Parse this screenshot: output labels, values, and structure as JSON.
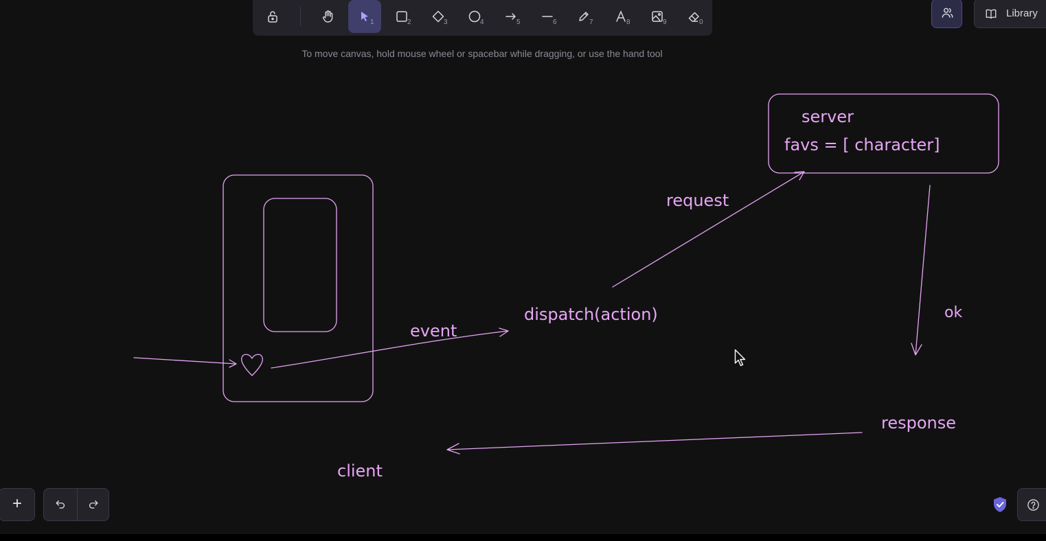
{
  "toolbar": {
    "tools": [
      {
        "name": "lock",
        "key": ""
      },
      {
        "name": "hand",
        "key": ""
      },
      {
        "name": "selection",
        "key": "1"
      },
      {
        "name": "rectangle",
        "key": "2"
      },
      {
        "name": "diamond",
        "key": "3"
      },
      {
        "name": "ellipse",
        "key": "4"
      },
      {
        "name": "arrow",
        "key": "5"
      },
      {
        "name": "line",
        "key": "6"
      },
      {
        "name": "draw",
        "key": "7"
      },
      {
        "name": "text",
        "key": "8"
      },
      {
        "name": "image",
        "key": "9"
      },
      {
        "name": "eraser",
        "key": "0"
      }
    ],
    "active_tool": "selection"
  },
  "hint": "To move canvas, hold mouse wheel or spacebar while dragging, or use the hand tool",
  "top_right": {
    "collab_icon": "users-icon",
    "library_label": "Library"
  },
  "bottom": {
    "zoom_in_label": "+",
    "undo_icon": "undo-icon",
    "redo_icon": "redo-icon",
    "help_icon": "help-icon"
  },
  "canvas": {
    "stroke_color": "#e6a6f5",
    "labels": {
      "server": "server",
      "favs": "favs = [ character]",
      "request": "request",
      "ok": "ok",
      "dispatch": "dispatch(action)",
      "event": "event",
      "response": "response",
      "client": "client"
    }
  },
  "colors": {
    "background": "#121112",
    "panel": "#232329",
    "active_tool": "#403e6a",
    "accent": "#a8a5ff"
  }
}
